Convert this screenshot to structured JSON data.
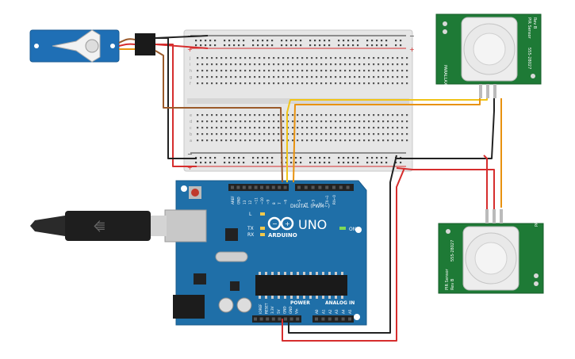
{
  "colors": {
    "board": "#1f6fa8",
    "board_dark": "#195b8c",
    "breadboard": "#e9e9e9",
    "wire_red": "#d62d2d",
    "wire_black": "#222222",
    "wire_orange": "#e8920f",
    "wire_yellow": "#f0c419",
    "wire_brown": "#9a5a2a",
    "pir_board": "#1e7a36"
  },
  "arduino": {
    "logo": "UNO",
    "brand": "ARDUINO",
    "digital_label": "DIGITAL (PWM~)",
    "power_label": "POWER",
    "analog_label": "ANALOG IN",
    "on_label": "ON",
    "l_label": "L",
    "tx_label": "TX",
    "rx_label": "RX",
    "aref": "AREF",
    "gnd_top": "GND",
    "digital_pins": [
      "13",
      "12",
      "~11",
      "~10",
      "~9",
      "8",
      "7",
      "~6",
      "~5",
      "4",
      "~3",
      "2",
      "TX→1",
      "RX←0"
    ],
    "power_pins": [
      "IOREF",
      "RESET",
      "3.3V",
      "5V",
      "GND",
      "GND",
      "Vin"
    ],
    "analog_pins": [
      "A0",
      "A1",
      "A2",
      "A3",
      "A4",
      "A5"
    ]
  },
  "pir_top": {
    "title": "PIR Sensor",
    "model": "555-28027",
    "brand": "PARALLAX",
    "rev": "Rev B"
  },
  "pir_bottom": {
    "title": "PIR Sensor",
    "model": "555-28027",
    "brand": "PARALLAX",
    "rev": "Rev B"
  },
  "breadboard": {
    "minus": "−",
    "plus": "+",
    "row_letters_top": [
      "j",
      "i",
      "h",
      "g",
      "f"
    ],
    "row_letters_bottom": [
      "e",
      "d",
      "c",
      "b",
      "a"
    ]
  }
}
